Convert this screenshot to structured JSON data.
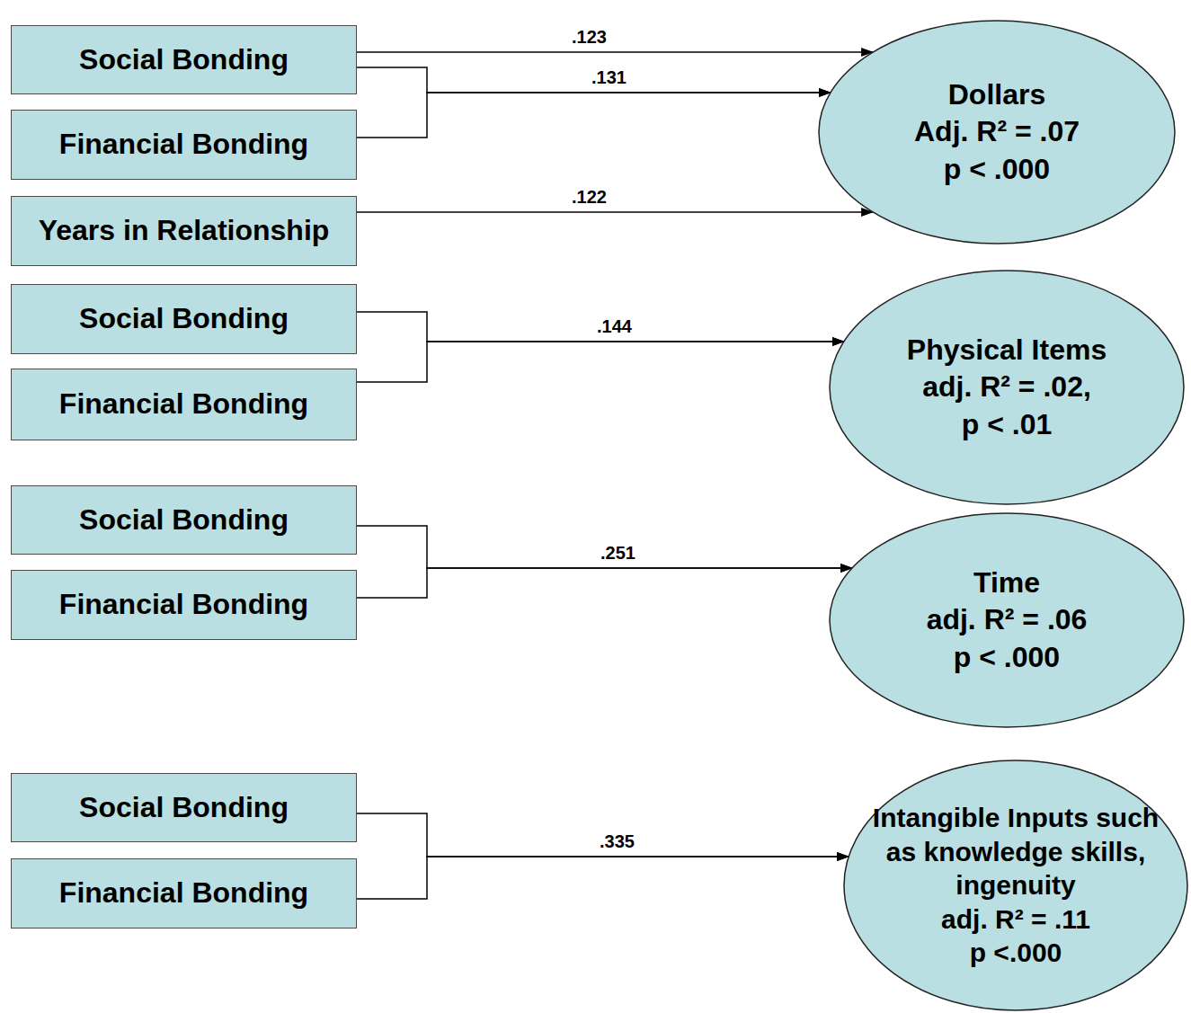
{
  "diagram": {
    "nodes": [
      {
        "text": [
          "Social Bonding"
        ]
      },
      {
        "text": [
          "Financial Bonding"
        ]
      },
      {
        "text": [
          "Years in Relationship"
        ]
      },
      {
        "text": [
          "Dollars",
          "Adj. R² = .07",
          "p < .000"
        ]
      },
      {
        "text": [
          "Social Bonding"
        ]
      },
      {
        "text": [
          "Financial Bonding"
        ]
      },
      {
        "text": [
          "Physical Items",
          "adj. R² = .02,",
          "p < .01"
        ]
      },
      {
        "text": [
          "Social Bonding"
        ]
      },
      {
        "text": [
          "Financial Bonding"
        ]
      },
      {
        "text": [
          "Time",
          "adj. R² = .06",
          "p < .000"
        ]
      },
      {
        "text": [
          "Social Bonding"
        ]
      },
      {
        "text": [
          "Financial Bonding"
        ]
      },
      {
        "text": [
          "Intangible Inputs such as knowledge skills, ingenuity",
          "adj. R² = .11",
          "p <.000"
        ]
      }
    ],
    "edges": [
      {
        "from": 0,
        "to": 3,
        "label": ".123",
        "arrow": "to"
      },
      {
        "from": 0,
        "to": 3,
        "label": ".131",
        "arrow": "to"
      },
      {
        "from": 1,
        "to": 3,
        "arrow": "to"
      },
      {
        "from": 2,
        "to": 3,
        "label": ".122",
        "arrow": "to"
      },
      {
        "from": 4,
        "to": 6,
        "label": ".144",
        "arrow": "to"
      },
      {
        "from": 5,
        "to": 6,
        "arrow": "to"
      },
      {
        "from": 7,
        "to": 9,
        "label": ".251",
        "arrow": "to"
      },
      {
        "from": 8,
        "to": 9,
        "arrow": "to"
      },
      {
        "from": 10,
        "to": 12,
        "label": ".335",
        "arrow": "to"
      },
      {
        "from": 11,
        "to": 12,
        "arrow": "to"
      }
    ]
  }
}
